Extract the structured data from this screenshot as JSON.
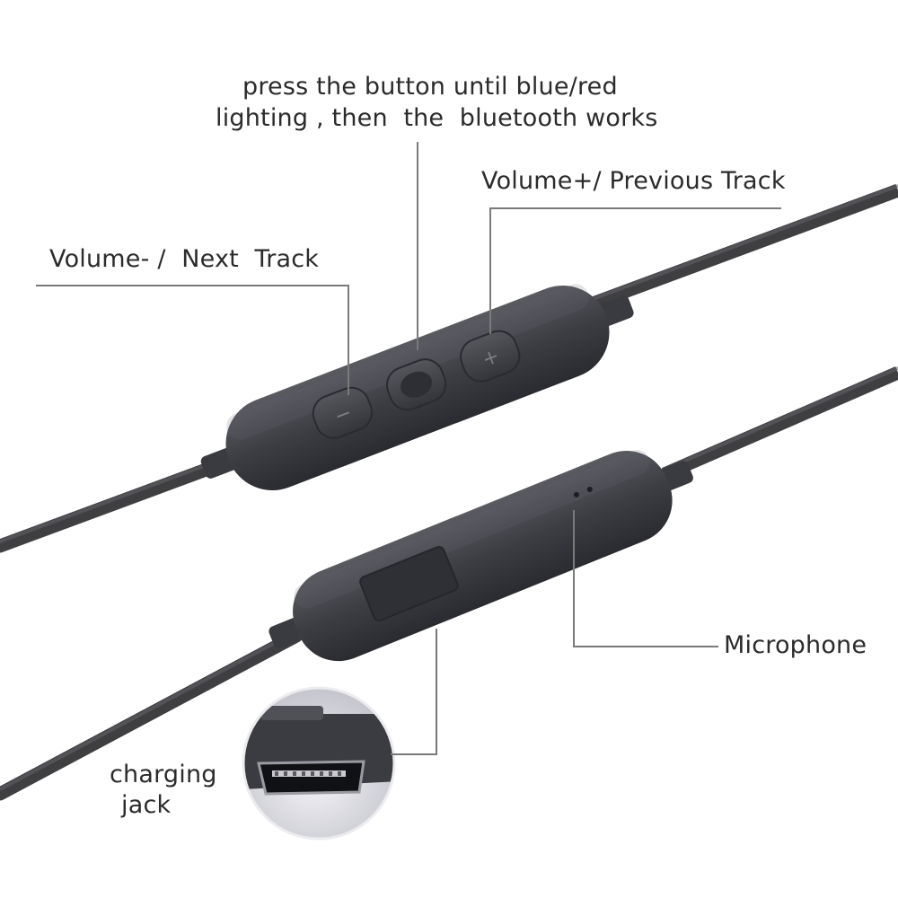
{
  "labels": {
    "press_button_line1": "press the button until blue/red",
    "press_button_line2": "lighting , then  the  bluetooth works",
    "volume_plus": "Volume+/ Previous Track",
    "volume_minus": "Volume- /  Next  Track",
    "microphone": "Microphone",
    "charging_line1": "charging",
    "charging_line2": "jack"
  },
  "buttons": {
    "minus_symbol": "−",
    "plus_symbol": "+"
  },
  "colors": {
    "background": "#ffffff",
    "cable": "#4a4a4c",
    "body": "#3c3d42",
    "callout_line": "#7a7a7a",
    "text": "#2b2b2b"
  }
}
